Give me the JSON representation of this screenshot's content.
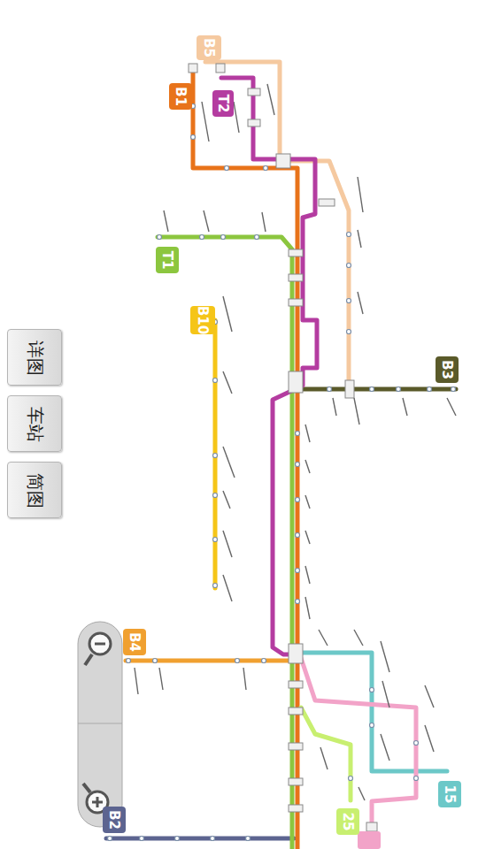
{
  "diagram": {
    "nodes": [
      {
        "text": [
          "B5"
        ]
      },
      {
        "text": [
          "B1"
        ]
      },
      {
        "text": [
          "T2"
        ]
      },
      {
        "text": [
          "T1"
        ]
      },
      {
        "text": [
          "B10"
        ]
      },
      {
        "text": [
          "详图"
        ]
      },
      {
        "text": [
          "B3"
        ]
      },
      {
        "text": [
          "车站"
        ]
      },
      {
        "text": [
          "简图"
        ]
      },
      {
        "text": [
          "B4"
        ]
      },
      {
        "text": [
          "15"
        ]
      },
      {
        "text": [
          "B2"
        ]
      },
      {
        "text": [
          "25"
        ]
      }
    ]
  }
}
